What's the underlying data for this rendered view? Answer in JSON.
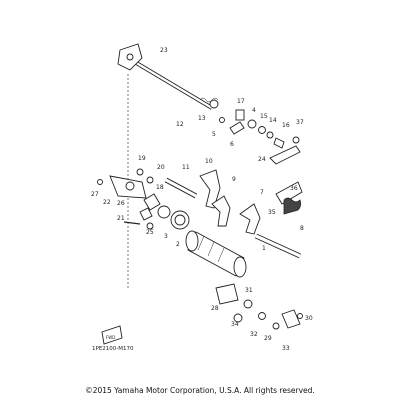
{
  "diagram": {
    "code": "1PE2100-M170",
    "copyright": "©2015 Yamaha Motor Corporation, U.S.A. All rights reserved.",
    "callouts": [
      "23",
      "12",
      "13",
      "5",
      "6",
      "17",
      "4",
      "15",
      "14",
      "16",
      "37",
      "24",
      "10",
      "11",
      "19",
      "20",
      "18",
      "27",
      "22",
      "26",
      "25",
      "3",
      "2",
      "9",
      "7",
      "36",
      "35",
      "21",
      "8",
      "1",
      "28",
      "31",
      "34",
      "32",
      "29",
      "33",
      "30"
    ],
    "tag_label": "FWD"
  }
}
